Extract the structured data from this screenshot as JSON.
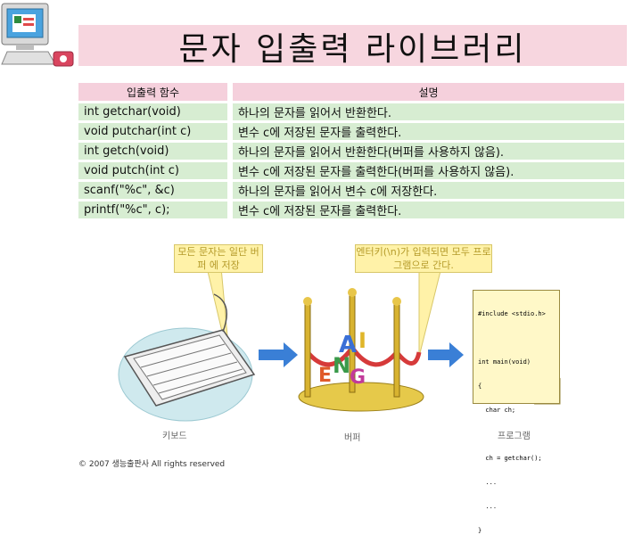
{
  "title": "문자 입출력 라이브러리",
  "table": {
    "headers": [
      "입출력 함수",
      "설명"
    ],
    "rows": [
      [
        "int getchar(void)",
        "하나의 문자를 읽어서 반환한다."
      ],
      [
        "void putchar(int c)",
        "변수 c에 저장된 문자를 출력한다."
      ],
      [
        "int getch(void)",
        "하나의 문자를 읽어서 반환한다(버퍼를 사용하지 않음)."
      ],
      [
        "void putch(int c)",
        "변수 c에 저장된 문자를 출력한다(버퍼를 사용하지 않음)."
      ],
      [
        "scanf(\"%c\", &c)",
        "하나의 문자를 읽어서 변수 c에 저장한다."
      ],
      [
        "printf(\"%c\", c);",
        "변수 c에 저장된 문자를 출력한다."
      ]
    ]
  },
  "callouts": {
    "left": "모든 문자는 일단 버퍼 에 저장",
    "right": "엔터키(\\n)가 입력되면 모두 프로그램으로 간다."
  },
  "code_lines": [
    "#include <stdio.h>",
    "",
    "int main(void)",
    "{",
    "  char ch;",
    "",
    "  ch = getchar();",
    "  ...",
    "  ...",
    "}"
  ],
  "captions": {
    "keyboard": "키보드",
    "buffer": "버퍼",
    "program": "프로그램"
  },
  "letters": [
    "E",
    "N",
    "G",
    "A",
    "I"
  ],
  "copyright": "© 2007 생능출판사 All rights reserved",
  "colors": {
    "header_bg": "#f5d0dc",
    "row_bg": "#d7edd2",
    "callout_bg": "#fff2a8"
  }
}
